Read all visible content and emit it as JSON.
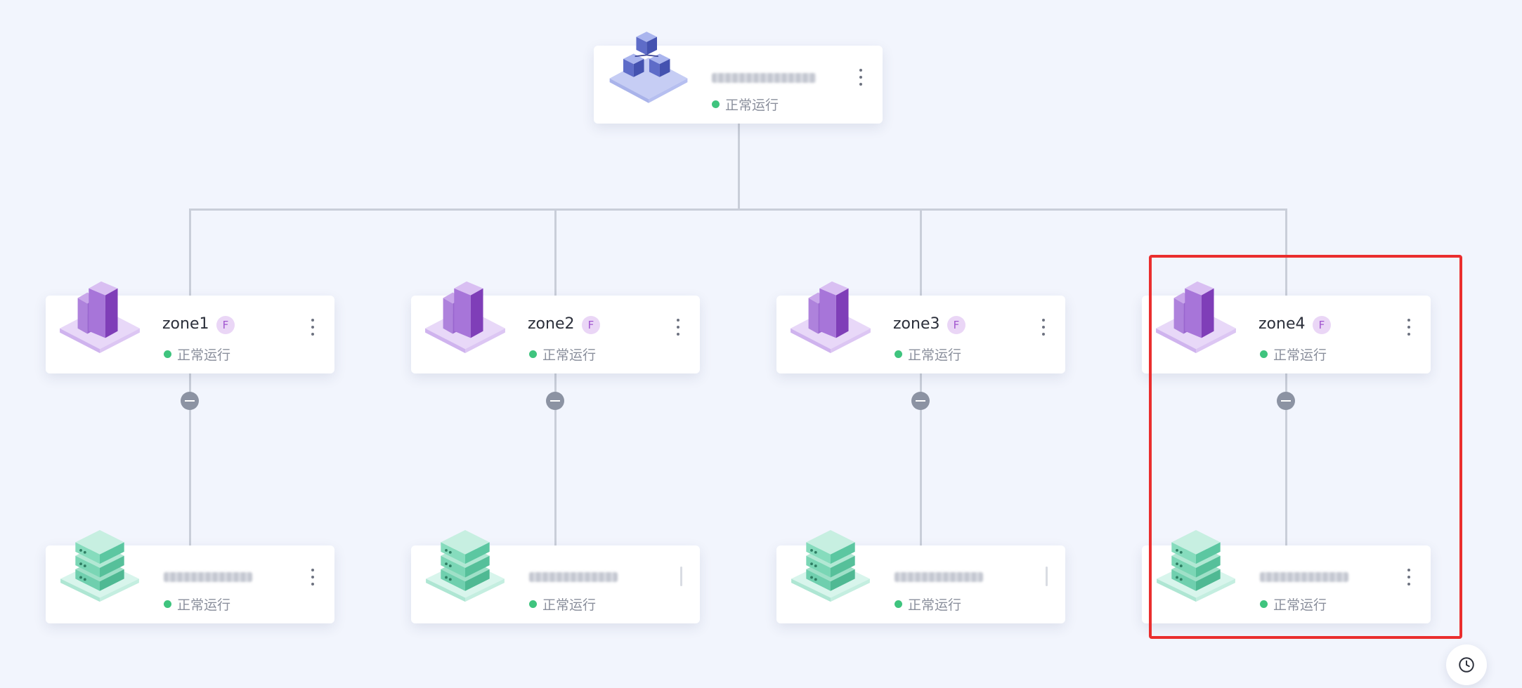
{
  "root": {
    "status": "正常运行"
  },
  "zones": [
    {
      "name": "zone1",
      "badge": "F",
      "status": "正常运行"
    },
    {
      "name": "zone2",
      "badge": "F",
      "status": "正常运行"
    },
    {
      "name": "zone3",
      "badge": "F",
      "status": "正常运行"
    },
    {
      "name": "zone4",
      "badge": "F",
      "status": "正常运行"
    }
  ],
  "hosts": [
    {
      "status": "正常运行"
    },
    {
      "status": "正常运行"
    },
    {
      "status": "正常运行"
    },
    {
      "status": "正常运行"
    }
  ],
  "colors": {
    "background": "#f2f5fd",
    "status_ok": "#3fc47e",
    "zone_icon": "#8e4fc3",
    "host_icon": "#5ccfa8",
    "cluster_icon": "#5a67c0",
    "highlight": "#ea2e2e"
  },
  "icons": {
    "root": "cluster-cubes-icon",
    "zone": "building-icon",
    "host": "server-stack-icon",
    "menu": "more-vertical-icon",
    "collapse": "collapse-minus-icon",
    "history": "clock-icon"
  }
}
